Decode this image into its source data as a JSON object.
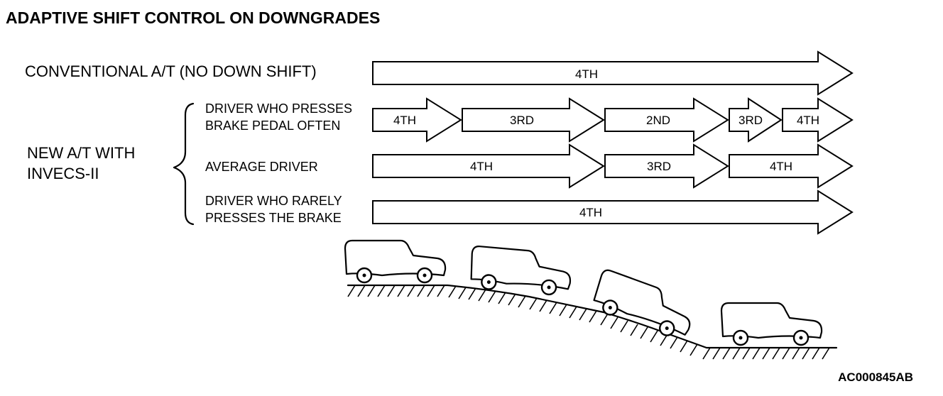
{
  "title": "ADAPTIVE SHIFT CONTROL ON DOWNGRADES",
  "conventional": {
    "label": "CONVENTIONAL A/T (NO DOWN SHIFT)",
    "gears": [
      "4TH"
    ]
  },
  "new_at": {
    "label_line1": "NEW A/T WITH",
    "label_line2": "INVECS-II",
    "drivers": [
      {
        "line1": "DRIVER WHO PRESSES",
        "line2": "BRAKE PEDAL OFTEN",
        "gears": [
          "4TH",
          "3RD",
          "2ND",
          "3RD",
          "4TH"
        ]
      },
      {
        "line1": "AVERAGE DRIVER",
        "line2": "",
        "gears": [
          "4TH",
          "3RD",
          "4TH"
        ]
      },
      {
        "line1": "DRIVER WHO RARELY",
        "line2": "PRESSES THE BRAKE",
        "gears": [
          "4TH"
        ]
      }
    ]
  },
  "figure_code": "AC000845AB"
}
